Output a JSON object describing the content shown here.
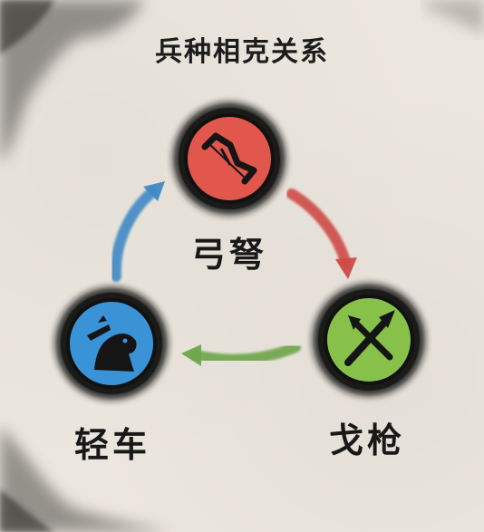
{
  "title": "兵种相克关系",
  "units": {
    "archer": {
      "label": "弓弩",
      "icon": "bow-icon",
      "color": "#e2574c"
    },
    "spear": {
      "label": "戈枪",
      "icon": "crossed-spears-icon",
      "color": "#88c14a"
    },
    "cavalry": {
      "label": "轻车",
      "icon": "chariot-horse-icon",
      "color": "#3a93d6"
    }
  },
  "counters": [
    {
      "from": "弓弩",
      "to": "戈枪",
      "color": "#cf4c47"
    },
    {
      "from": "戈枪",
      "to": "轻车",
      "color": "#6ea64a"
    },
    {
      "from": "轻车",
      "to": "弓弩",
      "color": "#3f8ac6"
    }
  ]
}
